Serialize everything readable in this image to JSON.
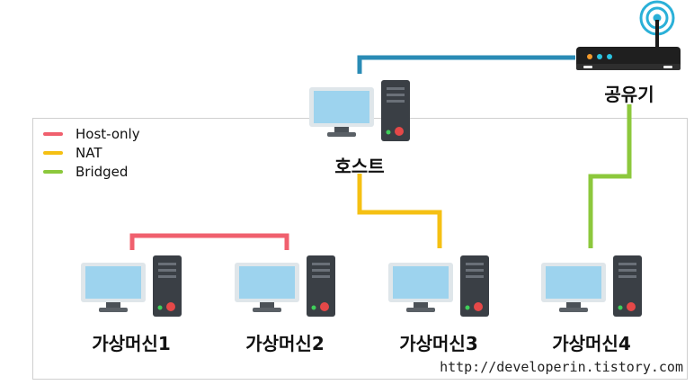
{
  "legend": {
    "items": [
      {
        "label": "Host-only",
        "color": "#f0606e"
      },
      {
        "label": "NAT",
        "color": "#f5c013"
      },
      {
        "label": "Bridged",
        "color": "#8cc83c"
      }
    ]
  },
  "nodes": {
    "host_label": "호스트",
    "router_label": "공유기",
    "vm1_label": "가상머신1",
    "vm2_label": "가상머신2",
    "vm3_label": "가상머신3",
    "vm4_label": "가상머신4"
  },
  "colors": {
    "router_link": "#2a8bb5",
    "host_only": "#f0606e",
    "nat": "#f5c013",
    "bridged": "#8cc83c",
    "monitor_screen": "#9dd3ee",
    "tower": "#3a3f45"
  },
  "footer": {
    "url": "http://developerin.tistory.com"
  }
}
